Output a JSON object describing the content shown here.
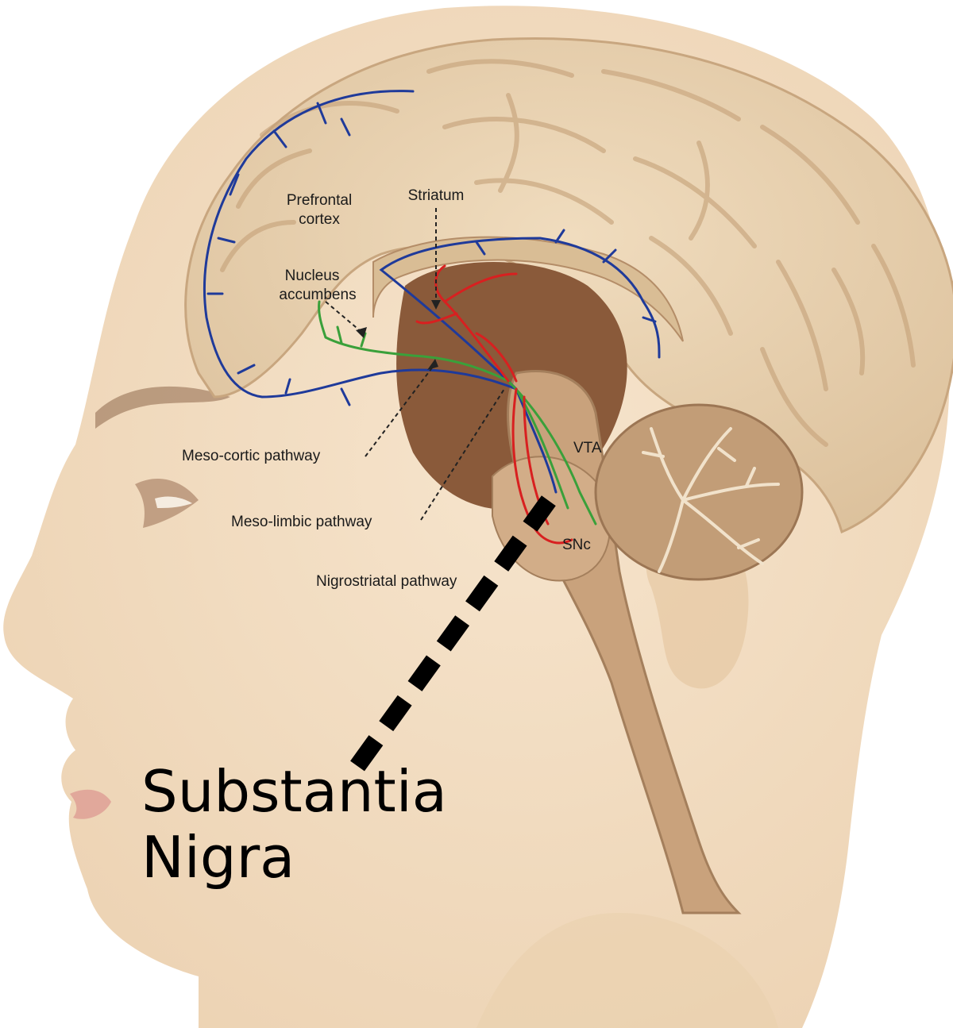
{
  "labels": {
    "prefrontal_line1": "Prefrontal",
    "prefrontal_line2": "cortex",
    "striatum": "Striatum",
    "nucleus_line1": "Nucleus",
    "nucleus_line2": "accumbens",
    "meso_cortic": "Meso-cortic pathway",
    "meso_limbic": "Meso-limbic pathway",
    "nigrostriatal": "Nigrostriatal pathway",
    "vta": "VTA",
    "snc": "SNc"
  },
  "callout": {
    "line1": "Substantia",
    "line2": "Nigra"
  },
  "colors": {
    "skin": "#f2dcc0",
    "cerebrum": "#e9d3b3",
    "deep_tissue": "#8a5a3a",
    "brainstem": "#c9a27c",
    "mesocortical_pathway": "#1f3a9a",
    "mesolimbic_pathway": "#3aa03a",
    "nigrostriatal_pathway": "#d82020"
  }
}
